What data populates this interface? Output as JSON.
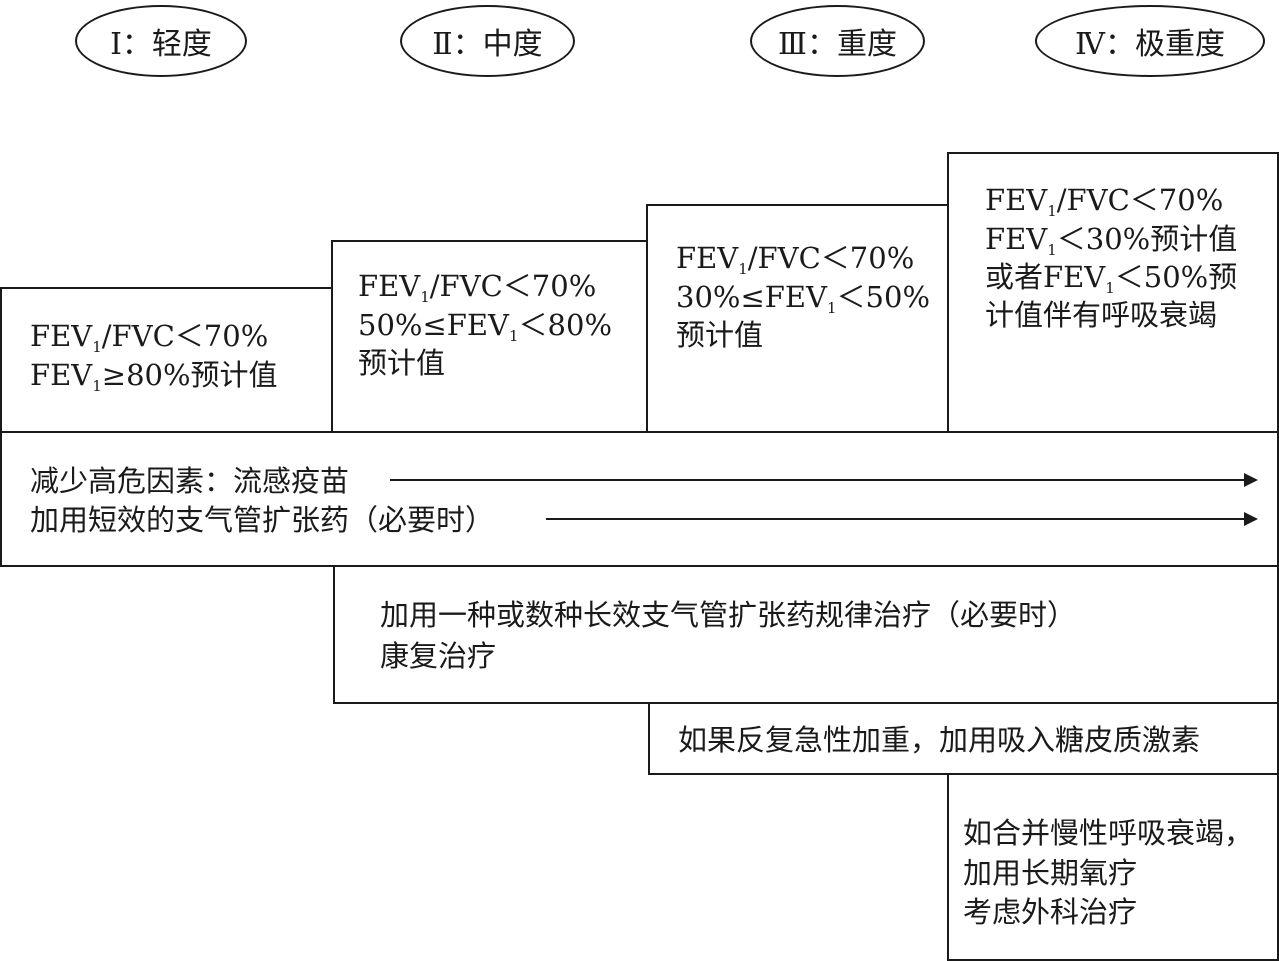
{
  "stages": [
    {
      "label": "Ⅰ：轻度"
    },
    {
      "label": "Ⅱ：中度"
    },
    {
      "label": "Ⅲ：重度"
    },
    {
      "label": "Ⅳ：极重度"
    }
  ],
  "criteria": {
    "mild": {
      "line1": {
        "a": "FEV",
        "sub": "1",
        "b": "/FVC＜70%"
      },
      "line2": {
        "a": "FEV",
        "sub": "1",
        "b": "≥80%预计值"
      }
    },
    "moderate": {
      "line1": {
        "a": "FEV",
        "sub": "1",
        "b": "/FVC＜70%"
      },
      "line2": {
        "a": "50%≤FEV",
        "sub": "1",
        "b": "＜80%"
      },
      "line3": "预计值"
    },
    "severe": {
      "line1": {
        "a": "FEV",
        "sub": "1",
        "b": "/FVC＜70%"
      },
      "line2": {
        "a": "30%≤FEV",
        "sub": "1",
        "b": "＜50%"
      },
      "line3": "预计值"
    },
    "very_severe": {
      "line1": {
        "a": "FEV",
        "sub": "1",
        "b": "/FVC＜70%"
      },
      "line2": {
        "a": "FEV",
        "sub": "1",
        "b": "＜30%预计值"
      },
      "line3": {
        "a": "或者FEV",
        "sub": "1",
        "b": "＜50%预"
      },
      "line4": "计值伴有呼吸衰竭"
    }
  },
  "treatments": {
    "all_stages": {
      "line1": "减少高危因素：流感疫苗",
      "line2": "加用短效的支气管扩张药（必要时）"
    },
    "from_moderate": {
      "line1": "加用一种或数种长效支气管扩张药规律治疗（必要时）",
      "line2": "康复治疗"
    },
    "from_severe": {
      "line1": "如果反复急性加重，加用吸入糖皮质激素"
    },
    "very_severe_only": {
      "line1": "如合并慢性呼吸衰竭，",
      "line2": "加用长期氧疗",
      "line3": "考虑外科治疗"
    }
  }
}
